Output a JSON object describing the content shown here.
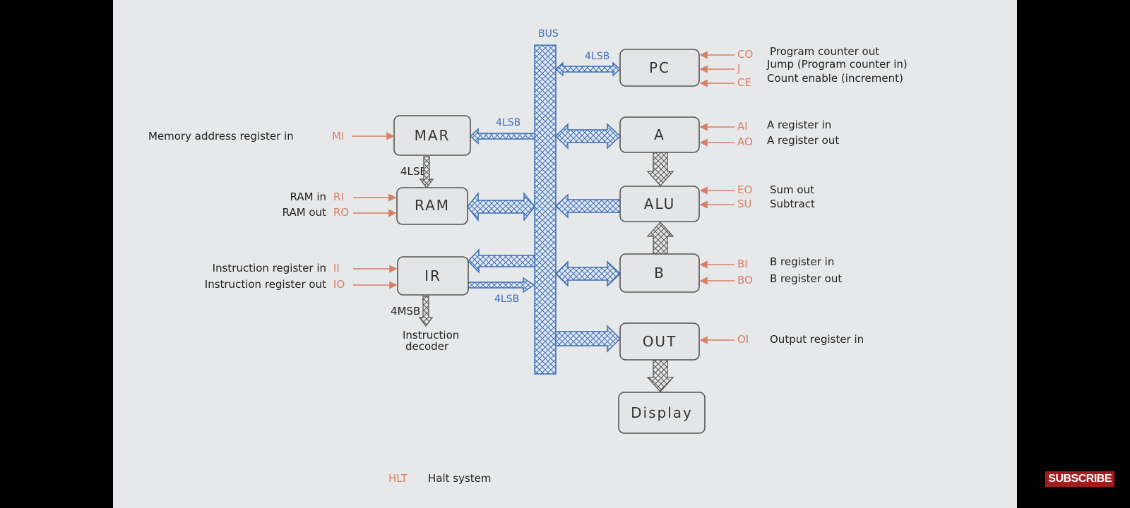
{
  "bus": {
    "label": "BUS"
  },
  "widths": {
    "pc": "4LSB",
    "mar": "4LSB",
    "mar_ram": "4LSB",
    "ir_bus": "4LSB",
    "ir_decoder": "4MSB"
  },
  "modules": {
    "pc": "PC",
    "mar": "MAR",
    "ram": "RAM",
    "ir": "IR",
    "a": "A",
    "alu": "ALU",
    "b": "B",
    "out": "OUT",
    "display": "Display"
  },
  "decoder": {
    "line1": "Instruction",
    "line2": "decoder"
  },
  "signals": {
    "mi": {
      "code": "MI",
      "desc": "Memory address register in"
    },
    "ri": {
      "code": "RI",
      "desc": "RAM in"
    },
    "ro": {
      "code": "RO",
      "desc": "RAM out"
    },
    "ii": {
      "code": "II",
      "desc": "Instruction register in"
    },
    "io": {
      "code": "IO",
      "desc": "Instruction register out"
    },
    "co": {
      "code": "CO",
      "desc": "Program counter out"
    },
    "j": {
      "code": "J",
      "desc": "Jump (Program counter in)"
    },
    "ce": {
      "code": "CE",
      "desc": "Count enable (increment)"
    },
    "ai": {
      "code": "AI",
      "desc": "A register in"
    },
    "ao": {
      "code": "AO",
      "desc": "A register out"
    },
    "eo": {
      "code": "EO",
      "desc": "Sum out"
    },
    "su": {
      "code": "SU",
      "desc": "Subtract"
    },
    "bi": {
      "code": "BI",
      "desc": "B register in"
    },
    "bo": {
      "code": "BO",
      "desc": "B register out"
    },
    "oi": {
      "code": "OI",
      "desc": "Output register in"
    },
    "hlt": {
      "code": "HLT",
      "desc": "Halt system"
    }
  },
  "overlay": {
    "subscribe": "SUBSCRIBE"
  },
  "colors": {
    "bus": "#3a6fb8",
    "signal": "#d97f66",
    "board": "#e7e8e9"
  }
}
